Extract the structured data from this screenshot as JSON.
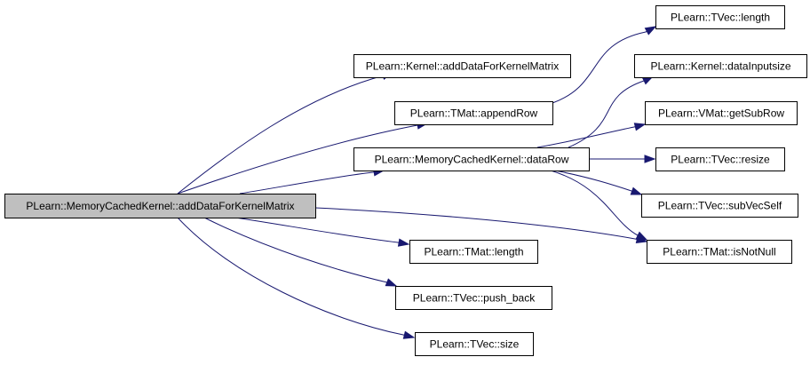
{
  "graph": {
    "edge_color": "#191970",
    "root_fill": "#bfbfbf",
    "nodes": {
      "root": "PLearn::MemoryCachedKernel::addDataForKernelMatrix",
      "kernel_add": "PLearn::Kernel::addDataForKernelMatrix",
      "tmat_append": "PLearn::TMat::appendRow",
      "mck_datarow": "PLearn::MemoryCachedKernel::dataRow",
      "tmat_length": "PLearn::TMat::length",
      "tvec_push": "PLearn::TVec::push_back",
      "tvec_size": "PLearn::TVec::size",
      "tvec_length": "PLearn::TVec::length",
      "kernel_datainput": "PLearn::Kernel::dataInputsize",
      "vmat_getsub": "PLearn::VMat::getSubRow",
      "tvec_resize": "PLearn::TVec::resize",
      "tvec_subvec": "PLearn::TVec::subVecSelf",
      "tmat_isnotnull": "PLearn::TMat::isNotNull"
    }
  }
}
